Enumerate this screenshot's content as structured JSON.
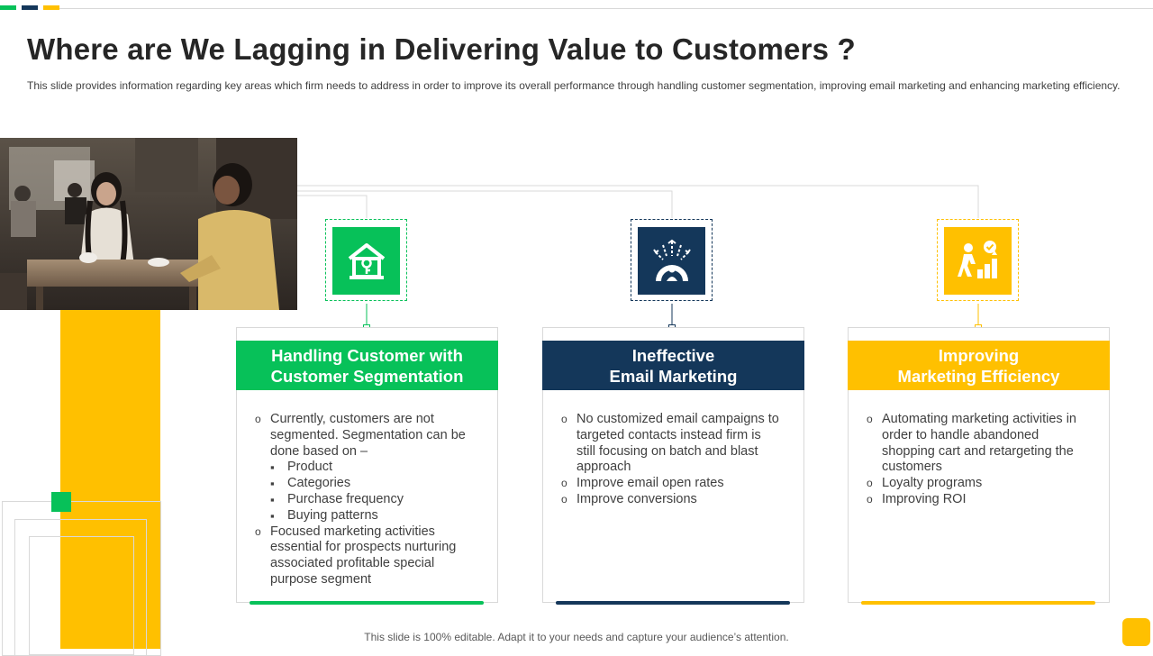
{
  "colors": {
    "green": "#07c159",
    "navy": "#14375a",
    "yellow": "#ffc000",
    "text": "#262626"
  },
  "header": {
    "title": "Where are We Lagging in Delivering Value to Customers ?",
    "subtitle": "This slide provides information regarding key areas which firm needs to address in order to improve its overall performance through handling customer segmentation, improving email marketing and enhancing marketing efficiency."
  },
  "photo": {
    "description_icon": "cafe-couple-photo"
  },
  "cards": [
    {
      "icon": "house-key-icon",
      "heading_line1": "Handling Customer with",
      "heading_line2": "Customer Segmentation",
      "bullets": [
        "Currently, customers are not segmented. Segmentation can be done based on –",
        "Focused marketing activities essential for prospects nurturing associated profitable special purpose segment"
      ],
      "sub_bullets": [
        "Product",
        "Categories",
        "Purchase frequency",
        "Buying patterns"
      ]
    },
    {
      "icon": "audience-broadcast-icon",
      "heading_line1": "Ineffective",
      "heading_line2": "Email Marketing",
      "bullets": [
        "No customized email campaigns to targeted contacts instead firm is still focusing on batch and blast approach",
        "Improve email open rates",
        "Improve conversions"
      ]
    },
    {
      "icon": "growth-climb-icon",
      "heading_line1": "Improving",
      "heading_line2": "Marketing Efficiency",
      "bullets": [
        "Automating marketing activities in order to handle abandoned shopping cart and retargeting the customers",
        "Loyalty programs",
        "Improving ROI"
      ]
    }
  ],
  "footer": {
    "note": "This slide is 100% editable. Adapt it to your needs and capture your audience’s attention."
  }
}
